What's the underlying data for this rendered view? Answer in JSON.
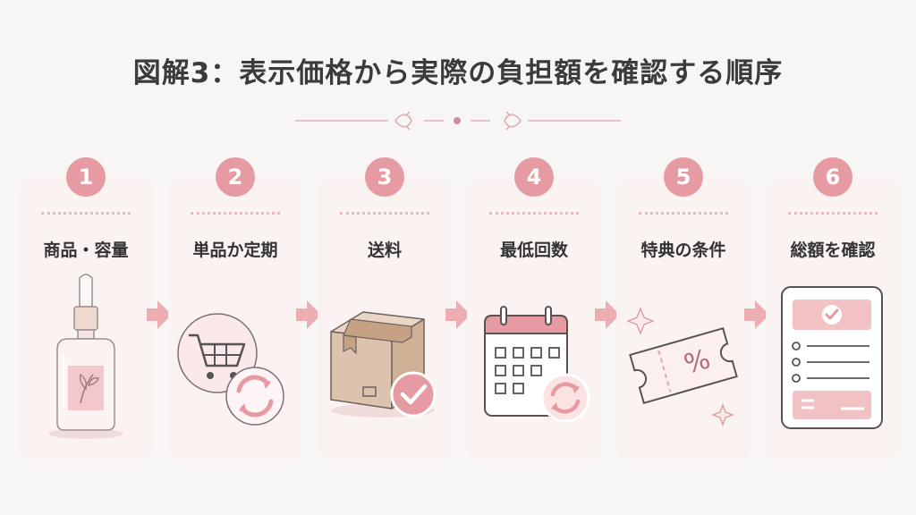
{
  "title": "図解3：表示価格から実際の負担額を確認する順序",
  "steps": [
    {
      "number": "1",
      "label": "商品・容量",
      "icon": "serum-bottle-icon"
    },
    {
      "number": "2",
      "label": "単品か定期",
      "icon": "cart-subscription-icon"
    },
    {
      "number": "3",
      "label": "送料",
      "icon": "shipping-box-icon"
    },
    {
      "number": "4",
      "label": "最低回数",
      "icon": "calendar-repeat-icon"
    },
    {
      "number": "5",
      "label": "特典の条件",
      "icon": "discount-coupon-icon"
    },
    {
      "number": "6",
      "label": "総額を確認",
      "icon": "total-checklist-icon"
    }
  ],
  "colors": {
    "accent": "#e69aa1",
    "card_bg": "#fbf3f2",
    "page_bg": "#f7f6f5",
    "text": "#333333"
  }
}
